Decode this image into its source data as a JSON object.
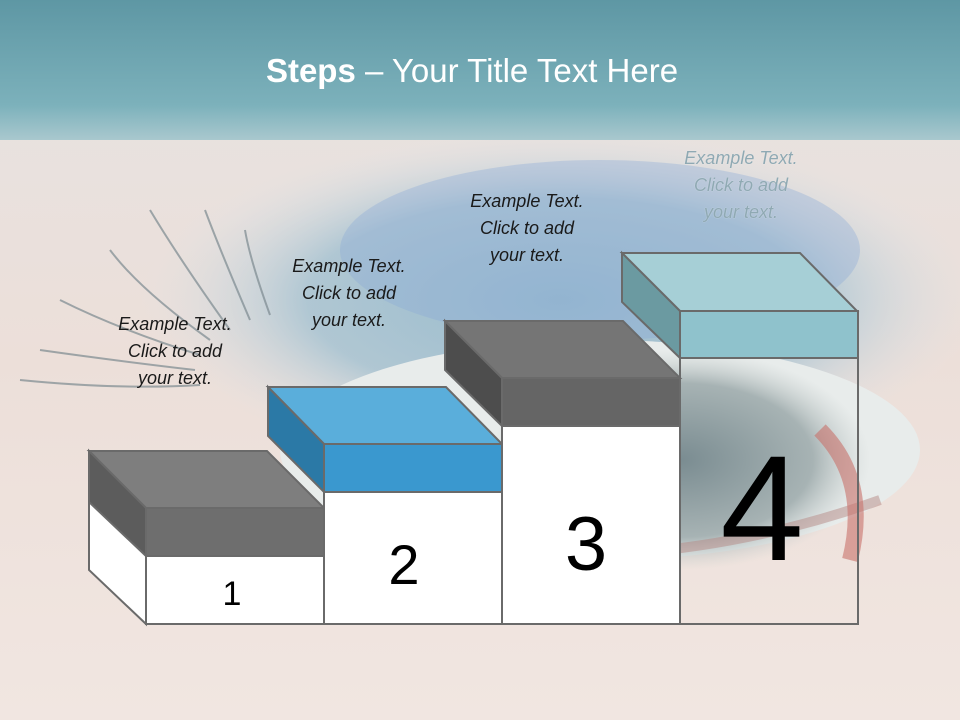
{
  "slide": {
    "title_bold": "Steps",
    "title_rest": " – Your Title Text Here"
  },
  "steps": [
    {
      "number": "1",
      "text": "Example Text.\nClick  to add\nyour text.",
      "color": "#6e6e6e"
    },
    {
      "number": "2",
      "text": "Example Text.\nClick  to add\nyour text.",
      "color": "#3a98cf"
    },
    {
      "number": "3",
      "text": "Example Text.\nClick  to add\nyour text.",
      "color": "#656565"
    },
    {
      "number": "4",
      "text": "Example Text.\nClick  to add\nyour text.",
      "color": "#8fc2cc"
    }
  ],
  "colors": {
    "header_band": "#6aa4b0",
    "title_text": "#ffffff"
  }
}
